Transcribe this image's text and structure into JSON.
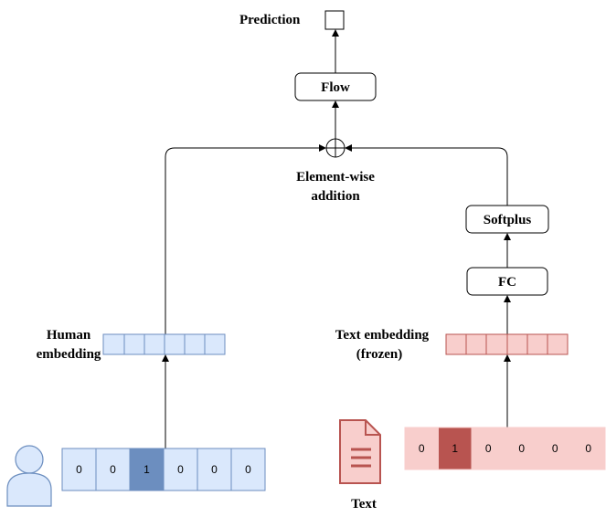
{
  "labels": {
    "prediction": "Prediction",
    "flow": "Flow",
    "elementwise_line1": "Element-wise",
    "elementwise_line2": "addition",
    "softplus": "Softplus",
    "fc": "FC",
    "human_embedding_line1": "Human",
    "human_embedding_line2": "embedding",
    "text_embedding_line1": "Text embedding",
    "text_embedding_line2": "(frozen)",
    "text": "Text"
  },
  "human_onehot": [
    "0",
    "0",
    "1",
    "0",
    "0",
    "0"
  ],
  "text_onehot": [
    "0",
    "1",
    "0",
    "0",
    "0",
    "0"
  ],
  "colors": {
    "human_light": "#dae8fc",
    "human_dark": "#6c8ebf",
    "text_light": "#f8cecc",
    "text_dark": "#b85450",
    "stroke": "#000000"
  },
  "icons": {
    "person": "person-icon",
    "document": "document-icon",
    "plus": "circle-plus-icon"
  }
}
